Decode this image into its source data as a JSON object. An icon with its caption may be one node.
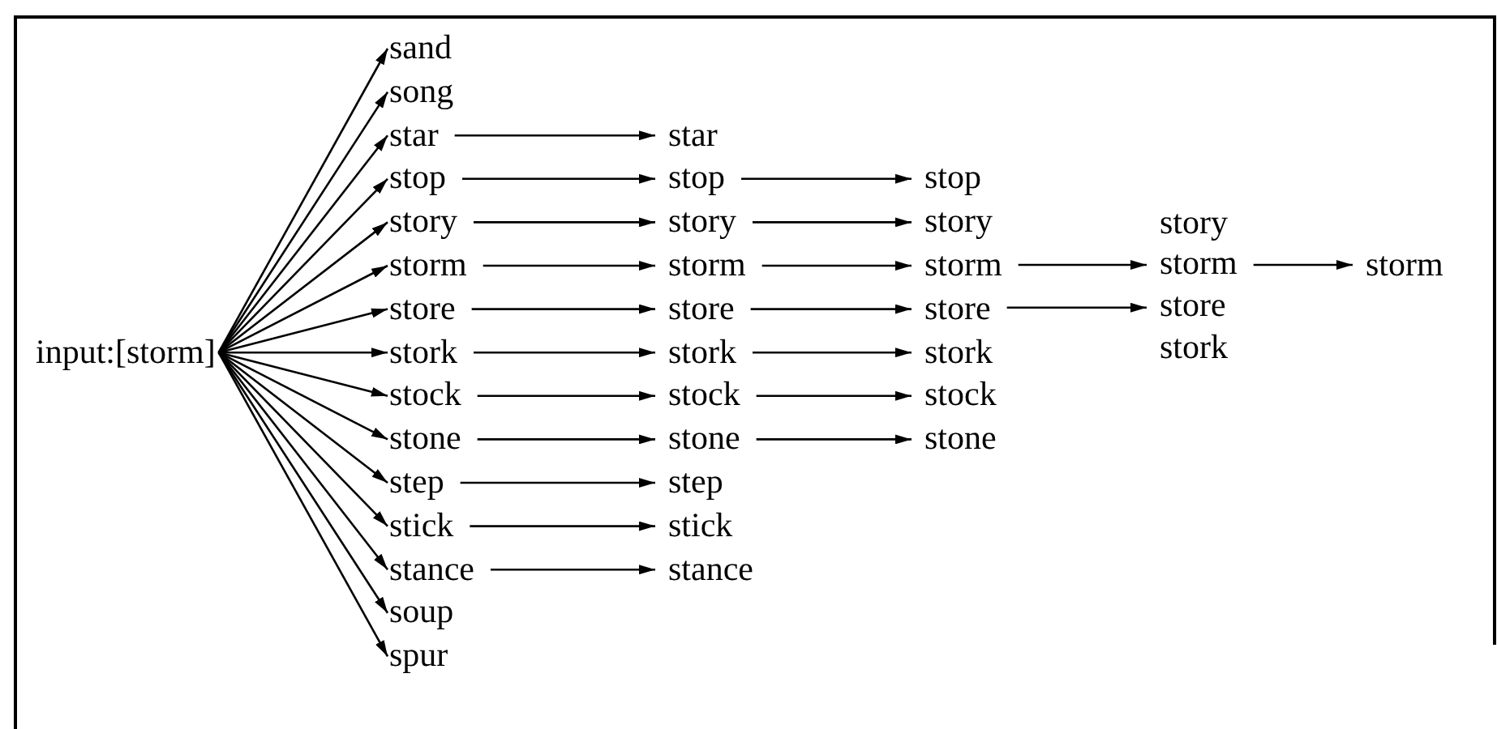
{
  "diagram": {
    "nodes": [
      {
        "text": [
          "input:[storm]"
        ]
      },
      {
        "text": [
          "sand"
        ]
      },
      {
        "text": [
          "song"
        ]
      },
      {
        "text": [
          "star"
        ]
      },
      {
        "text": [
          "stop"
        ]
      },
      {
        "text": [
          "story"
        ]
      },
      {
        "text": [
          "storm"
        ]
      },
      {
        "text": [
          "store"
        ]
      },
      {
        "text": [
          "stork"
        ]
      },
      {
        "text": [
          "stock"
        ]
      },
      {
        "text": [
          "stone"
        ]
      },
      {
        "text": [
          "step"
        ]
      },
      {
        "text": [
          "stick"
        ]
      },
      {
        "text": [
          "stance"
        ]
      },
      {
        "text": [
          "soup"
        ]
      },
      {
        "text": [
          "spur"
        ]
      },
      {
        "text": [
          "star"
        ]
      },
      {
        "text": [
          "stop"
        ]
      },
      {
        "text": [
          "story"
        ]
      },
      {
        "text": [
          "storm"
        ]
      },
      {
        "text": [
          "store"
        ]
      },
      {
        "text": [
          "stork"
        ]
      },
      {
        "text": [
          "stock"
        ]
      },
      {
        "text": [
          "stone"
        ]
      },
      {
        "text": [
          "step"
        ]
      },
      {
        "text": [
          "stick"
        ]
      },
      {
        "text": [
          "stance"
        ]
      },
      {
        "text": [
          "stop"
        ]
      },
      {
        "text": [
          "story"
        ]
      },
      {
        "text": [
          "storm"
        ]
      },
      {
        "text": [
          "store"
        ]
      },
      {
        "text": [
          "stork"
        ]
      },
      {
        "text": [
          "stock"
        ]
      },
      {
        "text": [
          "stone"
        ]
      },
      {
        "text": [
          "story"
        ]
      },
      {
        "text": [
          "storm"
        ]
      },
      {
        "text": [
          "store"
        ]
      },
      {
        "text": [
          "stork"
        ]
      },
      {
        "text": [
          "storm"
        ]
      }
    ],
    "edges": [
      {
        "from": 0,
        "to": 1,
        "arrow": "to"
      },
      {
        "from": 0,
        "to": 2,
        "arrow": "to"
      },
      {
        "from": 0,
        "to": 3,
        "arrow": "to"
      },
      {
        "from": 0,
        "to": 4,
        "arrow": "to"
      },
      {
        "from": 0,
        "to": 5,
        "arrow": "to"
      },
      {
        "from": 0,
        "to": 6,
        "arrow": "to"
      },
      {
        "from": 0,
        "to": 7,
        "arrow": "to"
      },
      {
        "from": 0,
        "to": 8,
        "arrow": "to"
      },
      {
        "from": 0,
        "to": 9,
        "arrow": "to"
      },
      {
        "from": 0,
        "to": 10,
        "arrow": "to"
      },
      {
        "from": 0,
        "to": 11,
        "arrow": "to"
      },
      {
        "from": 0,
        "to": 12,
        "arrow": "to"
      },
      {
        "from": 0,
        "to": 13,
        "arrow": "to"
      },
      {
        "from": 0,
        "to": 14,
        "arrow": "to"
      },
      {
        "from": 0,
        "to": 15,
        "arrow": "to"
      },
      {
        "from": 3,
        "to": 16,
        "arrow": "to"
      },
      {
        "from": 4,
        "to": 17,
        "arrow": "to"
      },
      {
        "from": 5,
        "to": 18,
        "arrow": "to"
      },
      {
        "from": 6,
        "to": 19,
        "arrow": "to"
      },
      {
        "from": 7,
        "to": 20,
        "arrow": "to"
      },
      {
        "from": 8,
        "to": 21,
        "arrow": "to"
      },
      {
        "from": 9,
        "to": 22,
        "arrow": "to"
      },
      {
        "from": 10,
        "to": 23,
        "arrow": "to"
      },
      {
        "from": 11,
        "to": 24,
        "arrow": "to"
      },
      {
        "from": 12,
        "to": 25,
        "arrow": "to"
      },
      {
        "from": 13,
        "to": 26,
        "arrow": "to"
      },
      {
        "from": 17,
        "to": 27,
        "arrow": "to"
      },
      {
        "from": 18,
        "to": 28,
        "arrow": "to"
      },
      {
        "from": 19,
        "to": 29,
        "arrow": "to"
      },
      {
        "from": 20,
        "to": 30,
        "arrow": "to"
      },
      {
        "from": 21,
        "to": 31,
        "arrow": "to"
      },
      {
        "from": 22,
        "to": 32,
        "arrow": "to"
      },
      {
        "from": 23,
        "to": 33,
        "arrow": "to"
      },
      {
        "from": 29,
        "to": 35,
        "arrow": "to"
      },
      {
        "from": 30,
        "to": 36,
        "arrow": "to"
      },
      {
        "from": 35,
        "to": 38,
        "arrow": "to"
      }
    ]
  }
}
